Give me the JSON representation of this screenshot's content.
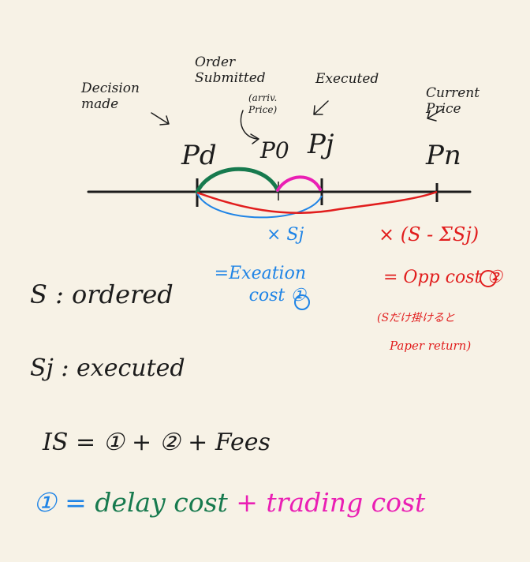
{
  "labels": {
    "decision_made": "Decision made",
    "order_submitted": "Order Submitted",
    "arrival_price": "(arriv. Price)",
    "executed": "Executed",
    "current_price": "Current Price"
  },
  "points": {
    "p_d": "Pd",
    "p_0": "P0",
    "p_j": "Pj",
    "p_n": "Pn"
  },
  "annotations": {
    "execution_factor": "× Sj",
    "execution_cost": "=Exeation cost ①",
    "opportunity_factor": "× (S - ΣSj)",
    "opportunity_cost": "= Opp cost ②",
    "opportunity_note_line1": "(Sだけ掛けると",
    "opportunity_note_line2": "Paper return)"
  },
  "definitions": {
    "ordered": "S : ordered",
    "executed": "Sj : executed",
    "total_formula": "IS = ① + ② + Fees",
    "circled_one": "① = ",
    "delay_cost": "delay cost",
    "plus": " + ",
    "trading_cost": "trading cost"
  },
  "colors": {
    "background": "#f7f2e6",
    "ink": "#1c1c1c",
    "blue": "#1f84e6",
    "red": "#e11d1d",
    "green": "#177a4e",
    "pink": "#ea1fb4"
  }
}
